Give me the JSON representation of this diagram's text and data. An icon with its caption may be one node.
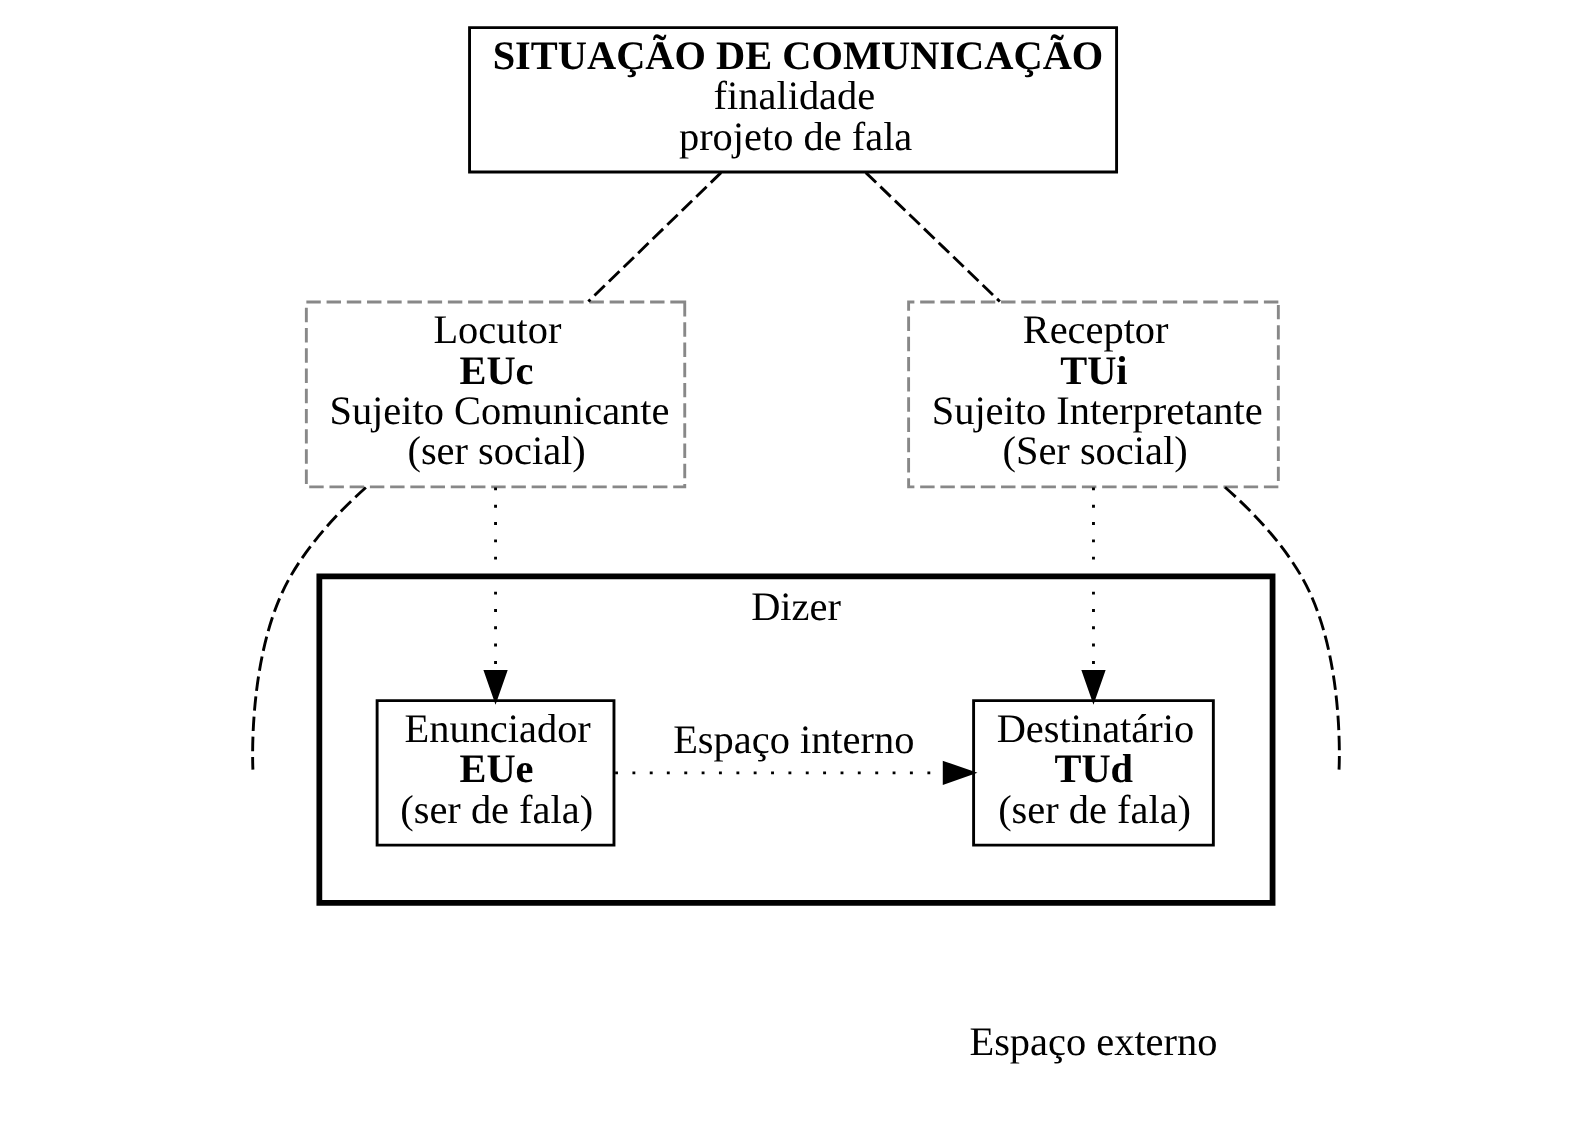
{
  "diagram": {
    "nodes": [
      {
        "text": [
          "SITUAÇÃO DE COMUNICAÇÃO",
          "finalidade",
          "projeto de fala"
        ]
      },
      {
        "text": [
          "Locutor",
          "EUc",
          "Sujeito Comunicante",
          "(ser social)"
        ]
      },
      {
        "text": [
          "Dizer"
        ]
      },
      {
        "text": [
          "Enunciador",
          "EUe",
          "(ser de fala)"
        ],
        "in": 2
      },
      {
        "text": [
          "Destinatário",
          "TUd",
          "(ser de fala)"
        ],
        "in": 2
      },
      {
        "text": [
          "Receptor",
          "TUi",
          "Sujeito Interpretante",
          "(Ser social)"
        ]
      }
    ],
    "edges": [
      {
        "from": 0,
        "to": 1,
        "arrow": "none",
        "style": "dashed"
      },
      {
        "from": 0,
        "to": 5,
        "arrow": "none",
        "style": "dashed"
      },
      {
        "from": 1,
        "to": 3,
        "arrow": "to"
      },
      {
        "from": 5,
        "to": 4,
        "arrow": "to"
      },
      {
        "from": 3,
        "to": 4,
        "arrow": "to",
        "label": "Espaço interno"
      },
      {
        "from": 1,
        "to": null,
        "arrow": "none",
        "style": "dashed"
      },
      {
        "from": 5,
        "to": null,
        "arrow": "none",
        "style": "dashed"
      }
    ],
    "labels": [
      "Espaço externo"
    ]
  }
}
